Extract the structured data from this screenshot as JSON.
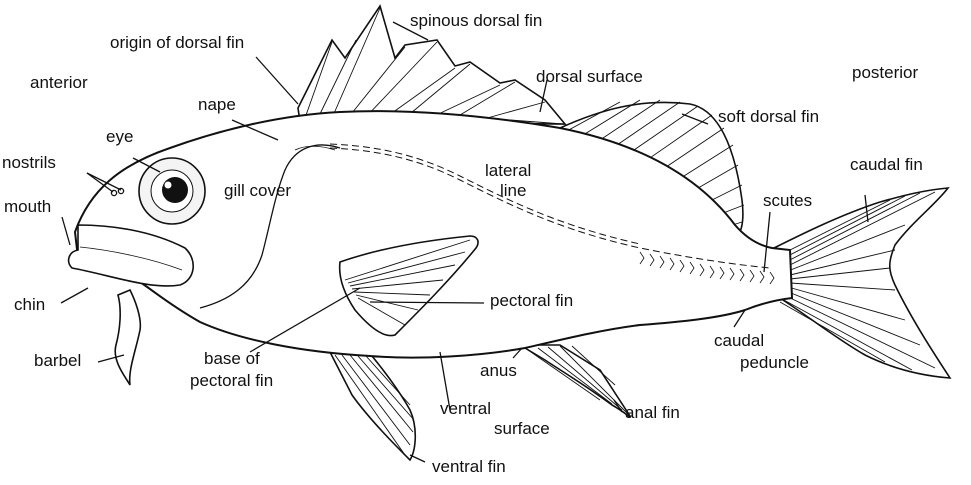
{
  "labels": {
    "anterior": "anterior",
    "posterior": "posterior",
    "spinous_dorsal_fin": "spinous dorsal fin",
    "origin_of_dorsal_fin": "origin of dorsal fin",
    "dorsal_surface": "dorsal surface",
    "nape": "nape",
    "eye": "eye",
    "soft_dorsal_fin": "soft dorsal fin",
    "nostrils": "nostrils",
    "gill_cover": "gill cover",
    "lateral_line_1": "lateral",
    "lateral_line_2": "line",
    "caudal_fin": "caudal fin",
    "mouth": "mouth",
    "scutes": "scutes",
    "chin": "chin",
    "pectoral_fin": "pectoral fin",
    "caudal_peduncle_1": "caudal",
    "caudal_peduncle_2": "peduncle",
    "barbel": "barbel",
    "base_of_pectoral_fin_1": "base of",
    "base_of_pectoral_fin_2": "pectoral fin",
    "anus": "anus",
    "ventral_surface_1": "ventral",
    "ventral_surface_2": "surface",
    "anal_fin": "anal fin",
    "ventral_fin": "ventral fin"
  }
}
